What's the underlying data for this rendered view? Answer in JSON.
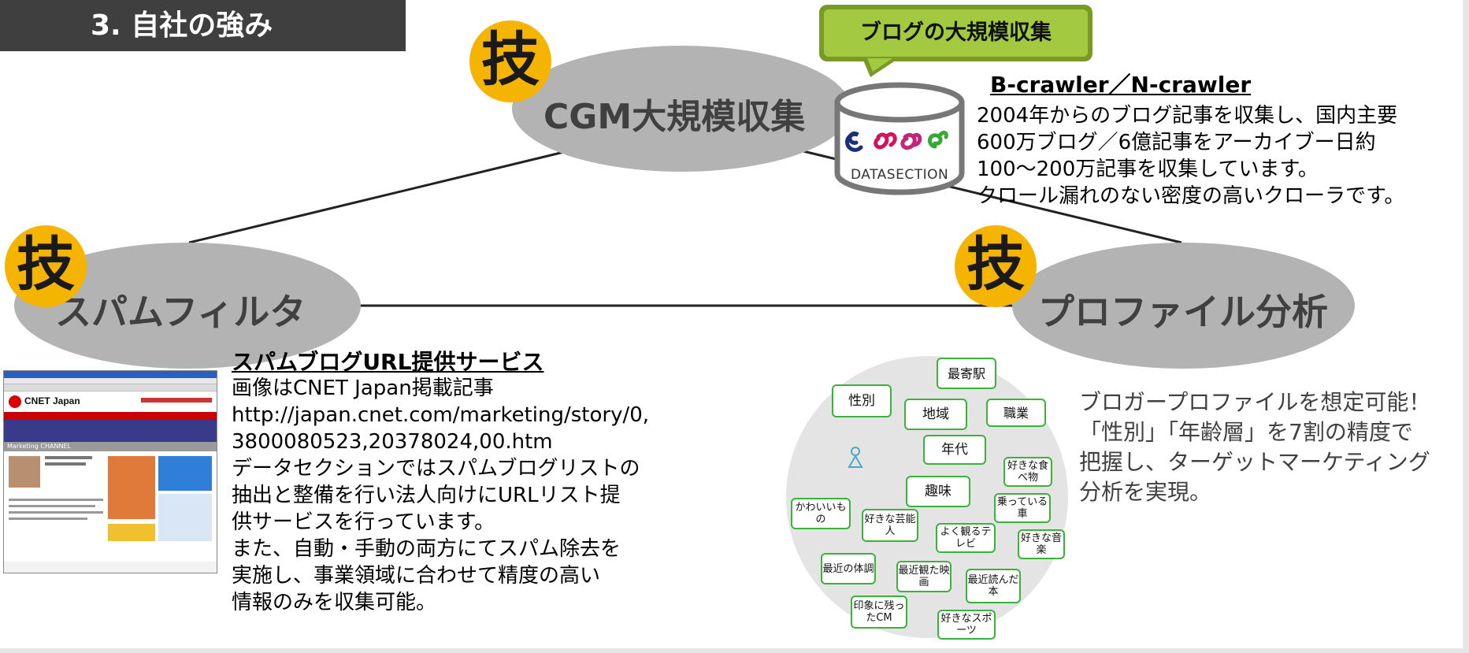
{
  "title": "3. 自社の強み",
  "badge": "技",
  "nodes": {
    "cgm": "CGM大規模収集",
    "spam": "スパムフィルタ",
    "profile": "プロファイル分析"
  },
  "callout": "ブログの大規模収集",
  "datasection": {
    "logo_text": "DATASECTION",
    "colors": [
      "#1a2e7a",
      "#d4145a",
      "#c2267a",
      "#38a836"
    ]
  },
  "crawler": {
    "heading": "B-crawler／N-crawler",
    "lines": [
      "2004年からのブログ記事を収集し、国内主要",
      "600万ブログ／6億記事をアーカイブー日約",
      "100～200万記事を収集しています。",
      "クロール漏れのない密度の高いクローラです。"
    ]
  },
  "spam_service": {
    "heading": "スパムブログURL提供サービス",
    "lines": [
      "画像はCNET Japan掲載記事",
      "http://japan.cnet.com/marketing/story/0,",
      "3800080523,20378024,00.htm",
      "データセクションではスパムブログリストの",
      "抽出と整備を行い法人向けにURLリスト提",
      "供サービスを行っています。",
      "また、自動・手動の両方にてスパム除去を",
      "実施し、事業領域に合わせて精度の高い",
      "情報のみを収集可能。"
    ]
  },
  "screenshot": {
    "site_name": "CNET Japan",
    "channel": "Marketing CHANNEL"
  },
  "profile_desc": {
    "lines": [
      "ブロガープロファイルを想定可能！",
      "「性別」「年齢層」を7割の精度で",
      "把握し、ターゲットマーケティング",
      "分析を実現。"
    ]
  },
  "bubbles": {
    "b01": "最寄駅",
    "b02": "性別",
    "b03": "地域",
    "b04": "職業",
    "b05": "年代",
    "b06": "好きな食べ物",
    "b07": "趣味",
    "b08": "乗っている車",
    "b09": "かわいいもの",
    "b10": "好きな芸能人",
    "b11": "よく観るテレビ",
    "b12": "好きな音楽",
    "b13": "最近の体調",
    "b14": "最近観た映画",
    "b15": "最近読んだ本",
    "b16": "印象に残ったCM",
    "b17": "好きなスポーツ"
  }
}
